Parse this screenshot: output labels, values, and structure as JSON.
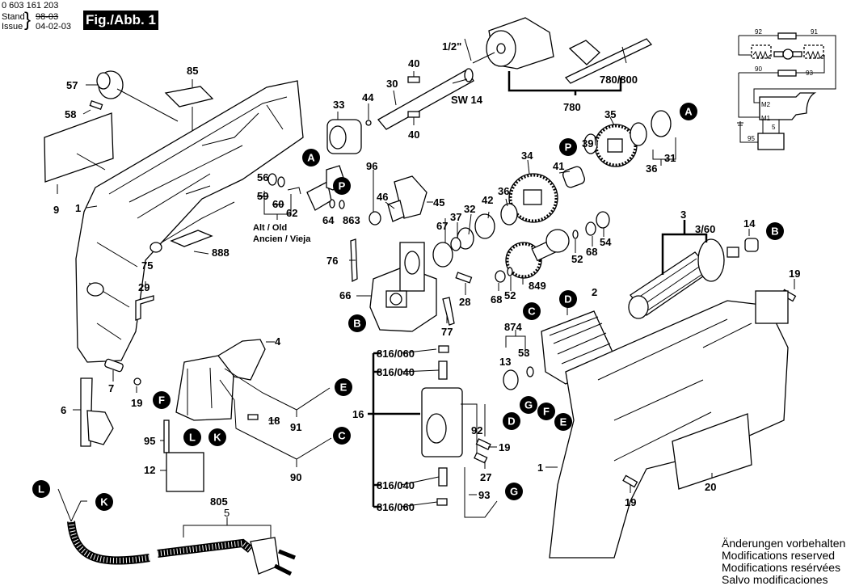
{
  "header": {
    "document_number": "0 603 161 203",
    "stand_label": "Stand",
    "issue_label": "Issue",
    "old_date": "98-03",
    "new_date": "04-02-03",
    "figure_label": "Fig./Abb. 1"
  },
  "footer_notes": [
    "Änderungen vorbehalten",
    "Modifications reserved",
    "Modifications resérvées",
    "Salvo modificaciones"
  ],
  "connector_markers": [
    "A",
    "B",
    "C",
    "D",
    "E",
    "F",
    "G",
    "K",
    "L",
    "P"
  ],
  "part_labels": {
    "p1": "1",
    "p2": "2",
    "p3": "3",
    "p3_60": "3/60",
    "p4": "4",
    "p5": "5",
    "p6": "6",
    "p7": "7",
    "p9": "9",
    "p12": "12",
    "p13": "13",
    "p14": "14",
    "p16": "16",
    "p18": "18",
    "p19": "19",
    "p20": "20",
    "p27": "27",
    "p28": "28",
    "p29": "29",
    "p30": "30",
    "p31": "31",
    "p32": "32",
    "p33": "33",
    "p34": "34",
    "p35": "35",
    "p36": "36",
    "p37": "37",
    "p39": "39",
    "p40": "40",
    "p41": "41",
    "p42": "42",
    "p44": "44",
    "p45": "45",
    "p46": "46",
    "p52": "52",
    "p53": "53",
    "p54": "54",
    "p56": "56",
    "p57": "57",
    "p58": "58",
    "p59": "59",
    "p60": "60",
    "p62": "62",
    "p64": "64",
    "p66": "66",
    "p67": "67",
    "p68": "68",
    "p75": "75",
    "p76": "76",
    "p77": "77",
    "p85": "85",
    "p90": "90",
    "p91": "91",
    "p92": "92",
    "p93": "93",
    "p95": "95",
    "p96": "96",
    "p780": "780",
    "p780_800": "780/800",
    "p805": "805",
    "p816_040": "816/040",
    "p816_060": "816/060",
    "p849": "849",
    "p863": "863",
    "p874": "874",
    "p888": "888",
    "chuck_size": "1/2\"",
    "wrench_size": "SW 14",
    "alt_old": "Alt / Old",
    "ancien_vieja": "Ancien / Vieja"
  },
  "schematic": {
    "labels": {
      "w92": "92",
      "w91": "91",
      "w90": "90",
      "w93": "93",
      "w95": "95",
      "m1": "M1",
      "m2": "M2",
      "n5": "5"
    }
  }
}
